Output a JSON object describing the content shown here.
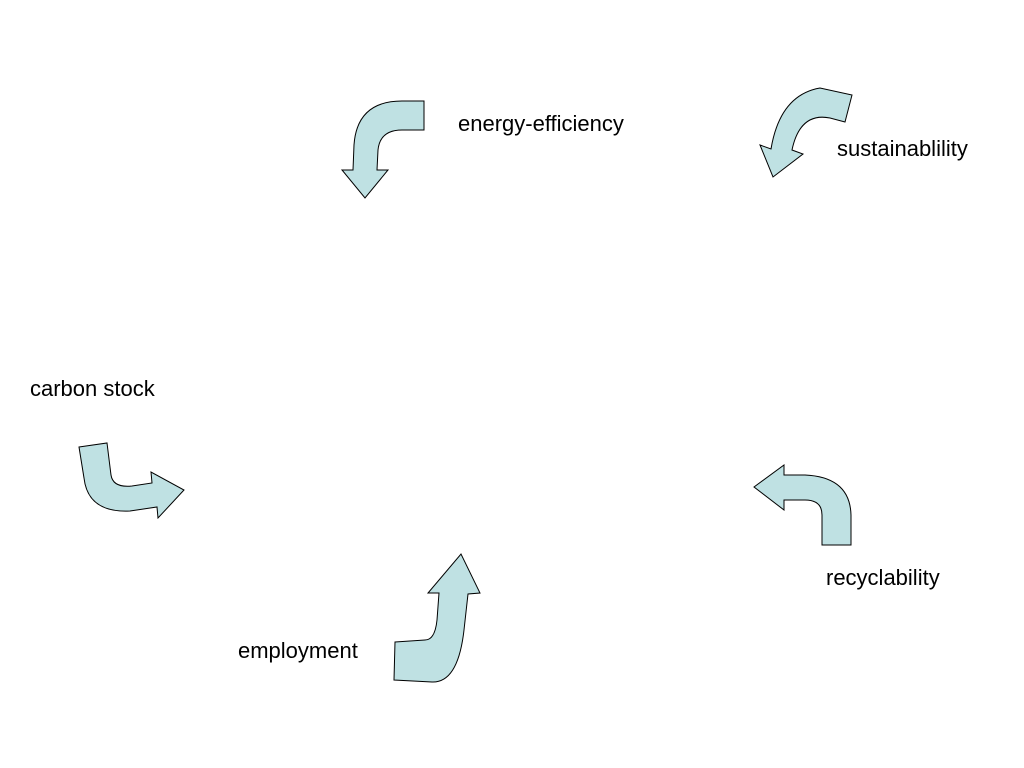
{
  "labels": {
    "energy_efficiency": "energy-efficiency",
    "sustainability": "sustainablility",
    "carbon_stock": "carbon stock",
    "recyclability": "recyclability",
    "employment": "employment"
  },
  "colors": {
    "arrow_fill": "#bfe1e3",
    "arrow_stroke": "#000000",
    "background": "#ffffff",
    "text": "#000000"
  },
  "icons": {
    "arrow_shape": "curved-arrow-icon"
  }
}
